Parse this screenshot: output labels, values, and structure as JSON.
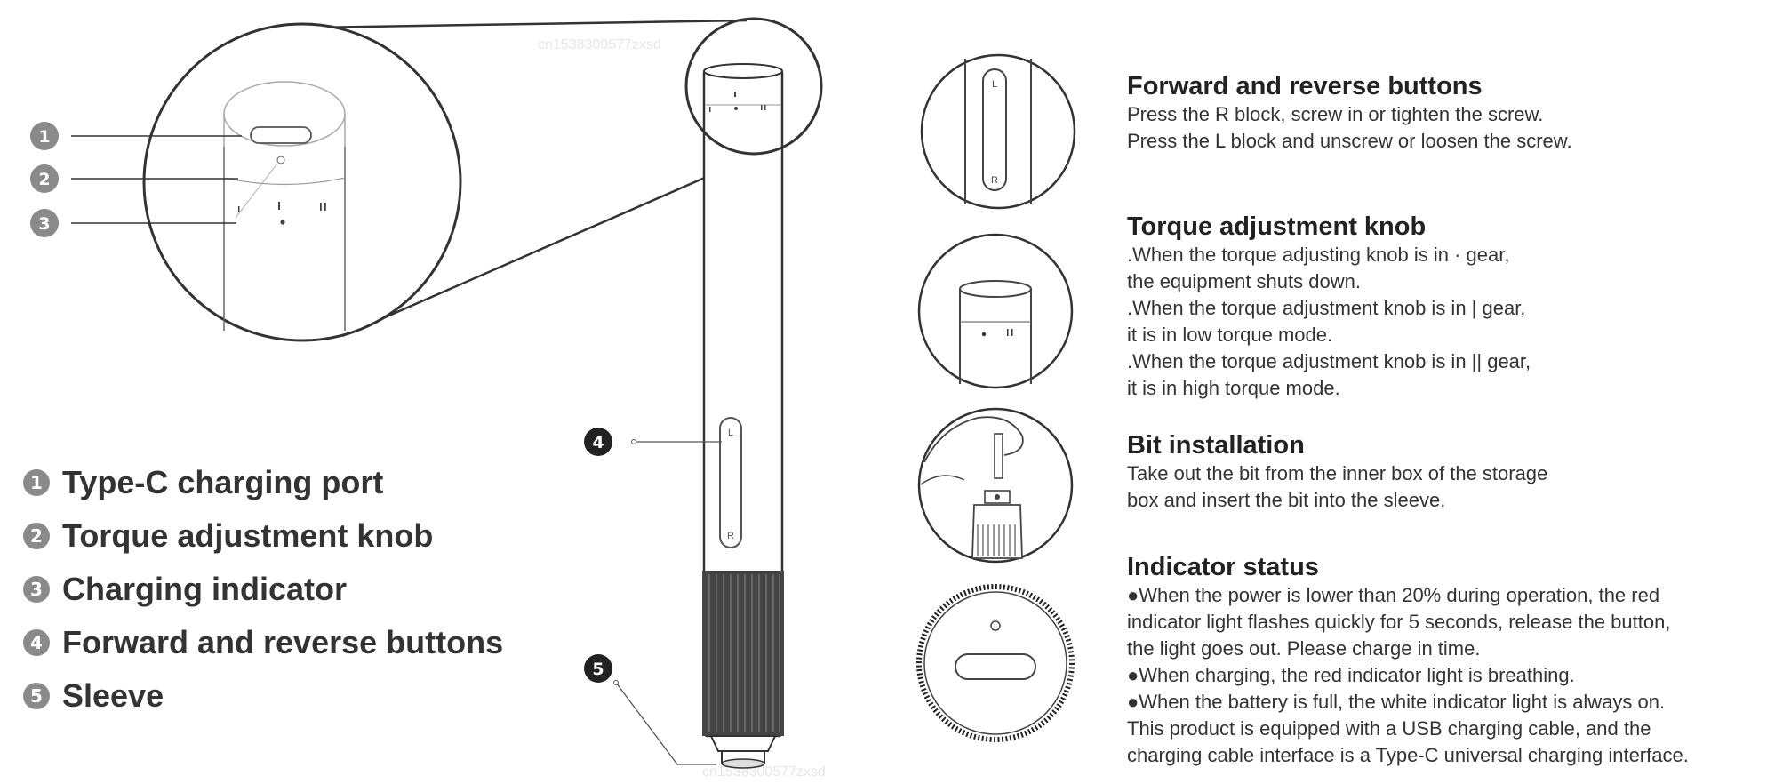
{
  "legend": [
    {
      "num": "1",
      "label": "Type-C charging port"
    },
    {
      "num": "2",
      "label": "Torque adjustment knob"
    },
    {
      "num": "3",
      "label": "Charging indicator"
    },
    {
      "num": "4",
      "label": "Forward and reverse buttons"
    },
    {
      "num": "5",
      "label": "Sleeve"
    }
  ],
  "callouts": {
    "zoom": [
      "1",
      "2",
      "3"
    ],
    "body_buttons": "4",
    "sleeve": "5"
  },
  "button_letters": {
    "left": "L",
    "right": "R"
  },
  "watermark": "cn1538300577zxsd",
  "sections": [
    {
      "title": "Forward and reverse buttons",
      "lines": [
        "Press the R block, screw in or tighten the screw.",
        "Press the L block and unscrew or loosen the screw."
      ]
    },
    {
      "title": "Torque adjustment knob",
      "lines": [
        ".When the torque adjusting knob is in · gear,",
        "the equipment shuts down.",
        ".When the torque adjustment knob is in | gear,",
        "it is in low torque mode.",
        ".When the torque adjustment knob is in || gear,",
        "it is in high torque mode."
      ]
    },
    {
      "title": "Bit installation",
      "lines": [
        "Take out the bit from the inner box of the storage",
        "box and insert the bit into the sleeve."
      ]
    },
    {
      "title": "Indicator status",
      "lines": [
        "●When the power is lower than 20% during operation, the red",
        "indicator light flashes quickly for 5 seconds, release the button,",
        "the light goes out. Please charge in time.",
        "●When charging, the red indicator light is breathing.",
        "●When the battery is full, the white indicator light is always on.",
        "This product is equipped with a USB charging cable, and the",
        "charging cable interface is a Type-C universal charging interface."
      ]
    }
  ]
}
